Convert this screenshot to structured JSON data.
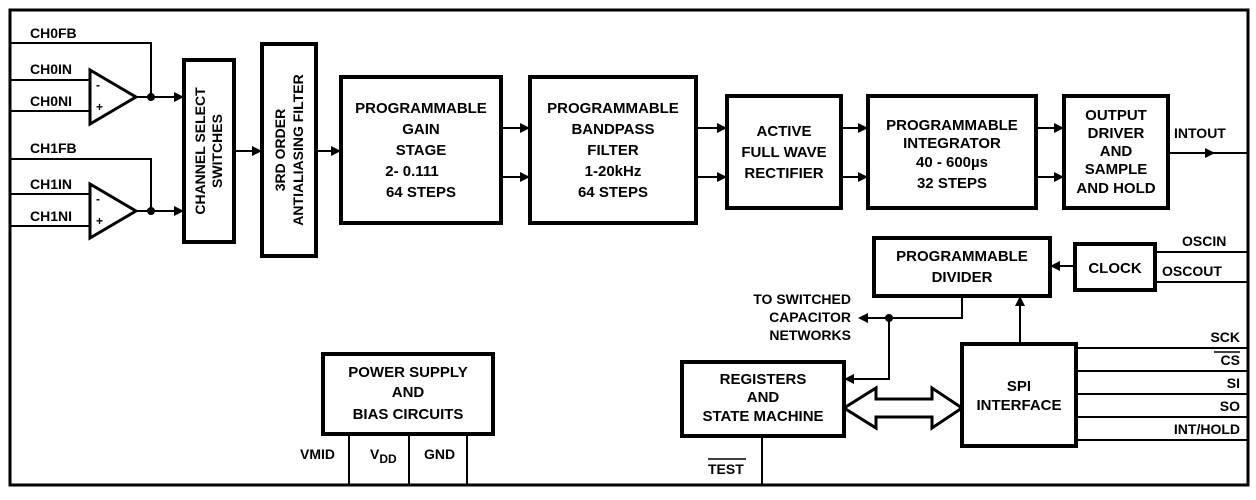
{
  "inputs": {
    "ch0fb": "CH0FB",
    "ch0in": "CH0IN",
    "ch0ni": "CH0NI",
    "ch1fb": "CH1FB",
    "ch1in": "CH1IN",
    "ch1ni": "CH1NI",
    "minus": "-",
    "plus": "+"
  },
  "blocks": {
    "channel_select": "CHANNEL SELECT SWITCHES",
    "channel_select_l1": "CHANNEL SELECT",
    "channel_select_l2": "SWITCHES",
    "filter_l1": "3RD ORDER",
    "filter_l2": "ANTIALIASING FILTER",
    "gain": [
      "PROGRAMMABLE",
      "GAIN",
      "STAGE",
      "2-  0.111",
      "64 STEPS"
    ],
    "bandpass": [
      "PROGRAMMABLE",
      "BANDPASS",
      "FILTER",
      "1-20kHz",
      "64 STEPS"
    ],
    "rectifier": [
      "ACTIVE",
      "FULL WAVE",
      "RECTIFIER"
    ],
    "integrator": [
      "PROGRAMMABLE",
      "INTEGRATOR",
      "40 - 600µs",
      "32 STEPS"
    ],
    "output": [
      "OUTPUT",
      "DRIVER",
      "AND",
      "SAMPLE",
      "AND HOLD"
    ],
    "divider": [
      "PROGRAMMABLE",
      "DIVIDER"
    ],
    "clock": "CLOCK",
    "spi": [
      "SPI",
      "INTERFACE"
    ],
    "registers": [
      "REGISTERS",
      "AND",
      "STATE MACHINE"
    ],
    "power": [
      "POWER SUPPLY",
      "AND",
      "BIAS CIRCUITS"
    ]
  },
  "signals": {
    "intout": "INTOUT",
    "oscin": "OSCIN",
    "oscout": "OSCOUT",
    "sck": "SCK",
    "cs": "CS",
    "si": "SI",
    "so": "SO",
    "int_hold": "INT/HOLD",
    "test": "TEST",
    "vmid": "VMID",
    "vdd_main": "V",
    "vdd_sub": "DD",
    "gnd": "GND",
    "switched_cap": [
      "TO SWITCHED",
      "CAPACITOR",
      "NETWORKS"
    ]
  }
}
